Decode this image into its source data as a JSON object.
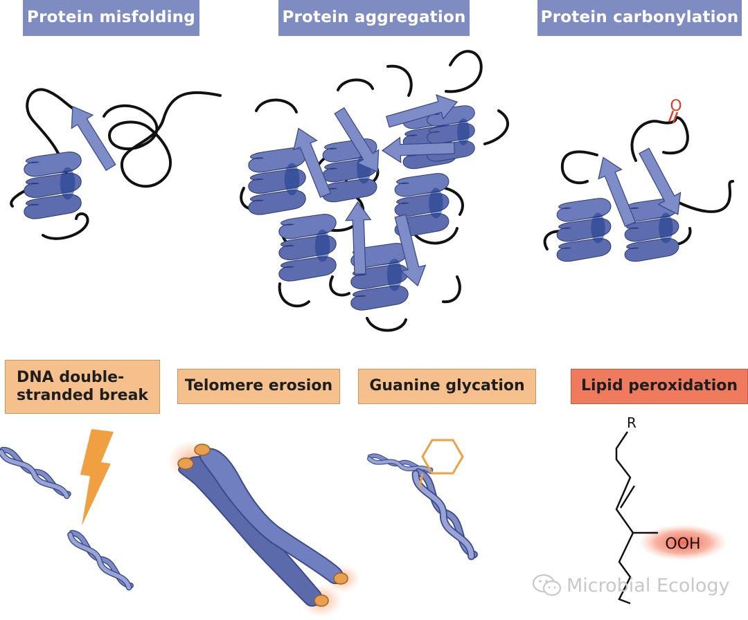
{
  "labels": {
    "protein_misfolding": "Protein misfolding",
    "protein_aggregation": "Protein aggregation",
    "protein_carbonylation": "Protein carbonylation",
    "dna_double_stranded_break_line1": "DNA double-",
    "dna_double_stranded_break_line2": "stranded break",
    "telomere_erosion": "Telomere erosion",
    "guanine_glycation": "Guanine glycation",
    "lipid_peroxidation": "Lipid peroxidation"
  },
  "chemistry": {
    "carbonyl_atom": "O",
    "r_group": "R",
    "hydroperoxide": "OOH"
  },
  "watermark": {
    "text": "Microbial Ecology"
  },
  "colors": {
    "protein_blue": "#5a6aaa",
    "protein_blue_dark": "#3a4a8c",
    "header_blue": "#7f8cc2",
    "header_tan": "#f6c08c",
    "header_red": "#ef7a5e",
    "orange_accent": "#f0a040",
    "carbonyl_red": "#d8402a",
    "line_black": "#111111"
  }
}
